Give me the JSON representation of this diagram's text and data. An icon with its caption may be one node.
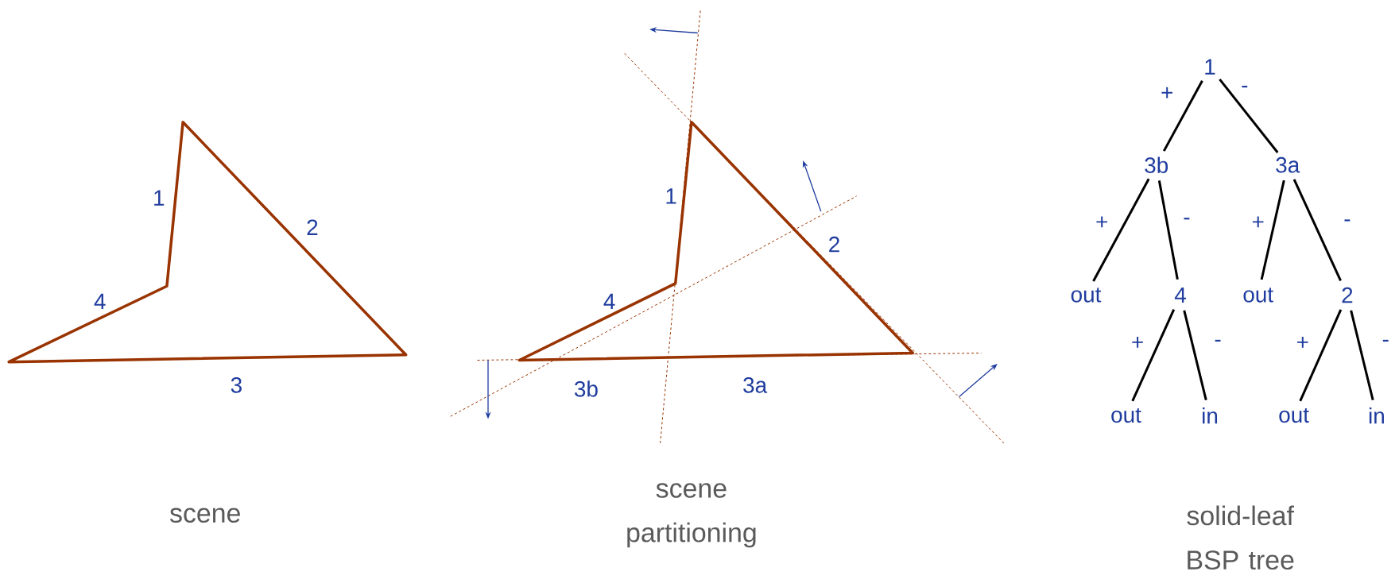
{
  "diagram": {
    "nodes": [
      {
        "text": [
          "1"
        ]
      },
      {
        "text": [
          "3b"
        ]
      },
      {
        "text": [
          "3a"
        ]
      },
      {
        "text": [
          "out"
        ]
      },
      {
        "text": [
          "4"
        ]
      },
      {
        "text": [
          "out"
        ]
      },
      {
        "text": [
          "2"
        ]
      },
      {
        "text": [
          "out"
        ]
      },
      {
        "text": [
          "in"
        ]
      },
      {
        "text": [
          "out"
        ]
      },
      {
        "text": [
          "in"
        ]
      }
    ],
    "edges": [
      {
        "from": 0,
        "to": 1,
        "arrow": "none",
        "label": "+"
      },
      {
        "from": 0,
        "to": 2,
        "arrow": "none",
        "label": "-"
      },
      {
        "from": 1,
        "to": 3,
        "arrow": "none",
        "label": "+"
      },
      {
        "from": 1,
        "to": 4,
        "arrow": "none",
        "label": "-"
      },
      {
        "from": 2,
        "to": 5,
        "arrow": "none",
        "label": "+"
      },
      {
        "from": 2,
        "to": 6,
        "arrow": "none",
        "label": "-"
      },
      {
        "from": 4,
        "to": 7,
        "arrow": "none",
        "label": "+"
      },
      {
        "from": 4,
        "to": 8,
        "arrow": "none",
        "label": "-"
      },
      {
        "from": 6,
        "to": 9,
        "arrow": "none",
        "label": "+"
      },
      {
        "from": 6,
        "to": 10,
        "arrow": "none",
        "label": "-"
      }
    ],
    "labels": [
      "1",
      "2",
      "4",
      "3",
      "1",
      "2",
      "4",
      "3b",
      "3a",
      "scene",
      "scene partitioning",
      "solid-leaf BSP tree"
    ]
  }
}
